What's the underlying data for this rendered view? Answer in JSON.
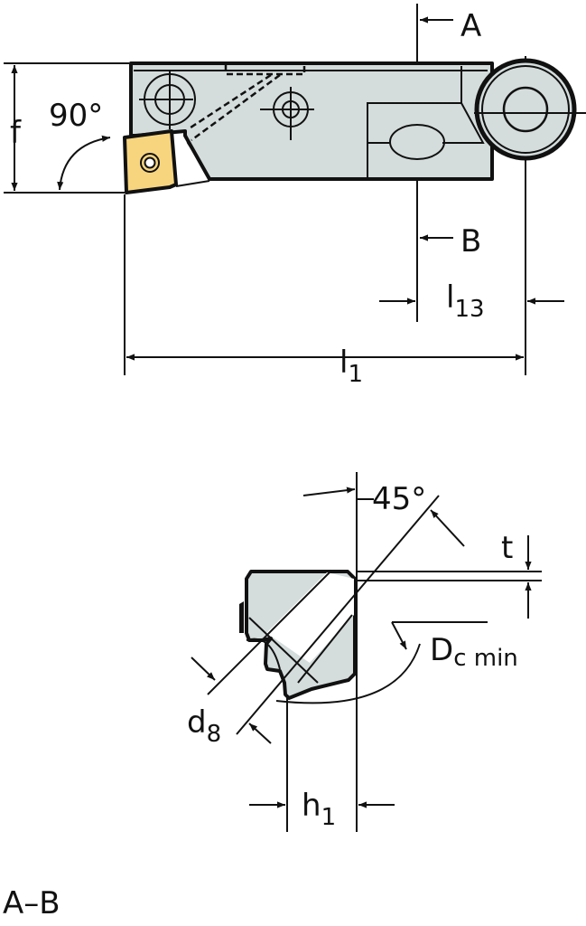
{
  "colors": {
    "body": "#d4dcdc",
    "insert": "#f7d57f",
    "line": "#111111"
  },
  "top_view": {
    "angle_label": "90°",
    "dim_f": "f",
    "section_a": "A",
    "section_b": "B",
    "dim_l13": {
      "main": "l",
      "sub": "13"
    },
    "dim_l1": {
      "main": "l",
      "sub": "1"
    }
  },
  "section_view": {
    "angle_label": "45°",
    "dim_t": "t",
    "dim_dc": {
      "main": "D",
      "sub": "c min"
    },
    "dim_d8": {
      "main": "d",
      "sub": "8"
    },
    "dim_h1": {
      "main": "h",
      "sub": "1"
    },
    "section_title": "A–B"
  }
}
